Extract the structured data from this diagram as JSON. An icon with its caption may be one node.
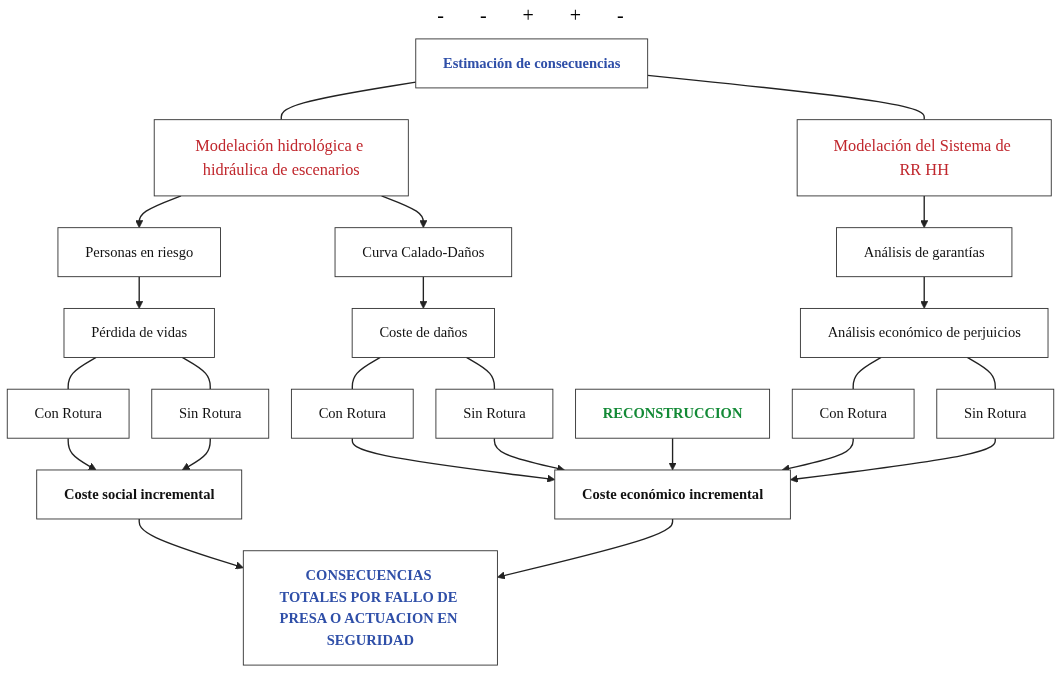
{
  "diagram": {
    "nodes": [
      {
        "text": [
          "Estimación de consecuencias"
        ]
      },
      {
        "text": [
          "Modelación hidrológica e hidráulica de escenarios"
        ]
      },
      {
        "text": [
          "Modelación del Sistema de RR HH"
        ]
      },
      {
        "text": [
          "Personas en riesgo"
        ]
      },
      {
        "text": [
          "Curva Calado-Daños"
        ]
      },
      {
        "text": [
          "RECONSTRUCCION"
        ]
      },
      {
        "text": [
          "Análisis de garantías"
        ]
      },
      {
        "text": [
          "Pérdida de vidas"
        ]
      },
      {
        "text": [
          "Coste de daños"
        ]
      },
      {
        "text": [
          "Análisis económico de perjuicios"
        ]
      },
      {
        "text": [
          "Con Rotura"
        ]
      },
      {
        "text": [
          "Sin Rotura"
        ]
      },
      {
        "text": [
          "Con Rotura"
        ]
      },
      {
        "text": [
          "Sin Rotura"
        ]
      },
      {
        "text": [
          "Con Rotura"
        ]
      },
      {
        "text": [
          "Sin Rotura"
        ]
      },
      {
        "text": [
          "Coste social incremental"
        ]
      },
      {
        "text": [
          "Coste económico incremental"
        ]
      },
      {
        "text": [
          "CONSECUENCIAS TOTALES POR FALLO DE PRESA O ACTUACION EN SEGURIDAD"
        ]
      }
    ],
    "edges": [
      {
        "from": 0,
        "to": 1,
        "arrow": "none"
      },
      {
        "from": 0,
        "to": 2,
        "arrow": "none"
      },
      {
        "from": 1,
        "to": 3,
        "arrow": "to"
      },
      {
        "from": 1,
        "to": 4,
        "arrow": "to"
      },
      {
        "from": 2,
        "to": 6,
        "arrow": "to"
      },
      {
        "from": 3,
        "to": 7,
        "arrow": "to"
      },
      {
        "from": 4,
        "to": 8,
        "arrow": "to"
      },
      {
        "from": 6,
        "to": 9,
        "arrow": "to"
      },
      {
        "from": 7,
        "to": 10,
        "arrow": "none"
      },
      {
        "from": 7,
        "to": 11,
        "arrow": "none"
      },
      {
        "from": 8,
        "to": 12,
        "arrow": "none"
      },
      {
        "from": 8,
        "to": 13,
        "arrow": "none"
      },
      {
        "from": 9,
        "to": 14,
        "arrow": "none"
      },
      {
        "from": 9,
        "to": 15,
        "arrow": "none"
      },
      {
        "from": 10,
        "to": 16,
        "arrow": "to"
      },
      {
        "from": 11,
        "to": 16,
        "arrow": "to"
      },
      {
        "from": 12,
        "to": 17,
        "arrow": "to"
      },
      {
        "from": 13,
        "to": 17,
        "arrow": "to"
      },
      {
        "from": 5,
        "to": 17,
        "arrow": "to"
      },
      {
        "from": 14,
        "to": 17,
        "arrow": "to"
      },
      {
        "from": 15,
        "to": 17,
        "arrow": "to"
      },
      {
        "from": 16,
        "to": 18,
        "arrow": "to"
      },
      {
        "from": 17,
        "to": 18,
        "arrow": "to"
      }
    ],
    "labels": [
      "-",
      "-",
      "+",
      "+",
      "-"
    ]
  }
}
